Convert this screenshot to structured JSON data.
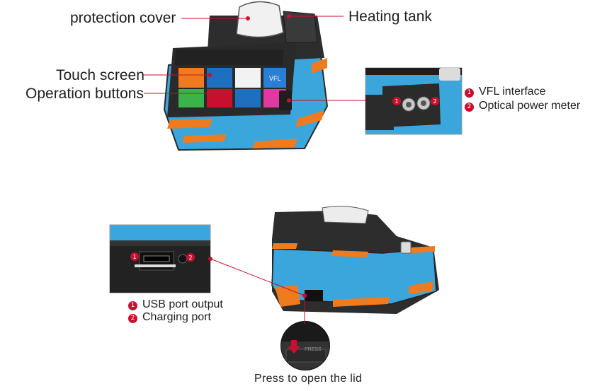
{
  "callouts": {
    "protection_cover": "protection cover",
    "heating_tank": "Heating tank",
    "touch_screen": "Touch screen",
    "operation_buttons": "Operation buttons"
  },
  "side_ports": {
    "badges": [
      "1",
      "2"
    ],
    "items": [
      "VFL interface",
      "Optical power meter"
    ]
  },
  "rear_ports": {
    "badges": [
      "1",
      "2"
    ],
    "items": [
      "USB port output",
      "Charging port"
    ]
  },
  "lid_caption": "Press to open the lid",
  "lid_label": "PRESS",
  "screen_tile_label": "VFL",
  "colors": {
    "accent_red": "#c8102e",
    "body_blue": "#3ba6dc",
    "trim_orange": "#f07a1e",
    "frame_dark": "#2a2a2a"
  }
}
